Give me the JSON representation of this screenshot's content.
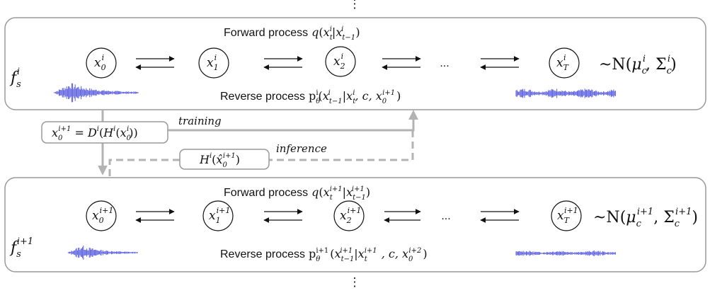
{
  "dots_top": "⋮",
  "dots_bottom": "⋮",
  "stage_i": {
    "label": "f",
    "label_sub": "s",
    "label_sup": "i",
    "forward": {
      "text": "Forward process",
      "fn": "q",
      "open": "(",
      "var": "x",
      "sub1": "t",
      "sup1": "i",
      "bar": "|",
      "var2": "x",
      "sub2": "t−1",
      "sup2": "i",
      "close": ")"
    },
    "reverse": {
      "text": "Reverse process",
      "fn": "p",
      "fn_sub": "θ",
      "fn_sup": "i",
      "open": "(",
      "var": "x",
      "sub1": "t−1",
      "sup1": "i",
      "bar": "|",
      "var2": "x",
      "sub2": "t",
      "sup2": "i",
      "rest": ", c, ",
      "var3": "x",
      "sub3": "0",
      "sup3": "i+1",
      "close": ")"
    },
    "nodes": [
      {
        "var": "x",
        "sub": "0",
        "sup": "i"
      },
      {
        "var": "x",
        "sub": "1",
        "sup": "i"
      },
      {
        "var": "x",
        "sub": "2",
        "sup": "i"
      },
      {
        "var": "x",
        "sub": "T",
        "sup": "i"
      }
    ],
    "ellipsis": "...",
    "dist": {
      "prefix": "~N",
      "open": "(",
      "mu": "μ",
      "mu_sub": "c",
      "mu_sup": "i",
      "comma": ", ",
      "sigma": "Σ",
      "sigma_sub": "c",
      "sigma_sup": "i",
      "close": ")"
    }
  },
  "stage_next": {
    "label": "f",
    "label_sub": "s",
    "label_sup": "i+1",
    "forward": {
      "text": "Forward process",
      "fn": "q",
      "open": "(",
      "var": "x",
      "sub1": "t",
      "sup1": "i+1",
      "bar": "|",
      "var2": "x",
      "sub2": "t−1",
      "sup2": "i+1",
      "close": ")"
    },
    "reverse": {
      "text": "Reverse process",
      "fn": "p",
      "fn_sub": "θ",
      "fn_sup": "i+1",
      "open": "(",
      "var": "x",
      "sub1": "t−1",
      "sup1": "i+1",
      "bar": "|",
      "var2": "x",
      "sub2": "t",
      "sup2": "i+1",
      "rest": ", c, ",
      "var3": "x",
      "sub3": "0",
      "sup3": "i+2",
      "close": ")"
    },
    "nodes": [
      {
        "var": "x",
        "sub": "0",
        "sup": "i+1"
      },
      {
        "var": "x",
        "sub": "1",
        "sup": "i+1"
      },
      {
        "var": "x",
        "sub": "2",
        "sup": "i+1"
      },
      {
        "var": "x",
        "sub": "T",
        "sup": "i+1"
      }
    ],
    "ellipsis": "...",
    "dist": {
      "prefix": "~N",
      "open": "(",
      "mu": "μ",
      "mu_sub": "c",
      "mu_sup": "i+1",
      "comma": ", ",
      "sigma": "Σ",
      "sigma_sub": "c",
      "sigma_sup": "i+1",
      "close": ")"
    }
  },
  "training_box": {
    "lhs_var": "x",
    "lhs_sub": "0",
    "lhs_sup": "i+1",
    "eq": " = ",
    "D": "D",
    "D_sup": "i",
    "open1": "(",
    "H": "H",
    "H_sup": "i",
    "open2": "(",
    "var": "x",
    "var_sub": "0",
    "var_sup": "i",
    "close": "))"
  },
  "inference_box": {
    "H": "H",
    "H_sup": "i",
    "open": "(",
    "var": "x̂",
    "var_sub": "0",
    "var_sup": "i+1",
    "close": ")"
  },
  "training_label": "training",
  "inference_label": "inference",
  "colors": {
    "panel_border": "#9a9a9a",
    "connector": "#b3b3b3",
    "waveform": "#5b5fe0",
    "text": "#111111"
  }
}
